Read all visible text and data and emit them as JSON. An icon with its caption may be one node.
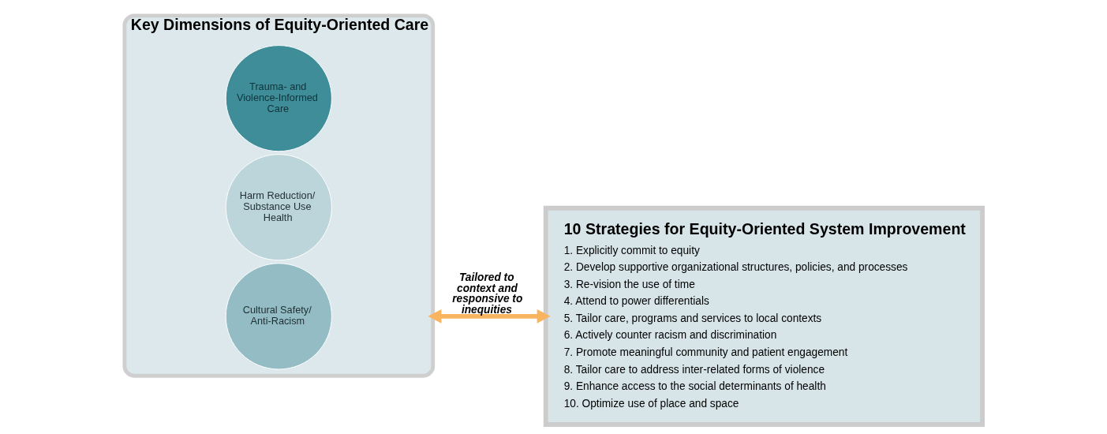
{
  "diagram": {
    "nodes": [
      {
        "text": [
          "Key Dimensions of Equity-Oriented Care"
        ]
      },
      {
        "text": [
          "Trauma- and Violence-Informed Care"
        ],
        "in": 0
      },
      {
        "text": [
          "Harm Reduction/ Substance Use Health"
        ],
        "in": 0
      },
      {
        "text": [
          "Cultural Safety/ Anti-Racism"
        ],
        "in": 0
      },
      {
        "text": [
          "10 Strategies for Equity-Oriented System Improvement",
          "1. Explicitly commit to equity",
          "2. Develop supportive organizational structures, policies, and processes",
          "3. Re-vision the use of time",
          "4. Attend to power differentials",
          "5. Tailor care, programs and services to local contexts",
          "6. Actively counter racism and discrimination",
          "7. Promote meaningful community and patient engagement",
          "8. Tailor care to address inter-related forms of violence",
          "9. Enhance access to the social determinants of health",
          "10. Optimize use of place and space"
        ]
      }
    ],
    "edges": [
      {
        "from": 3,
        "to": 4,
        "arrow": "both",
        "label": "Tailored to context and responsive to inequities",
        "color": "#f9b45f"
      }
    ]
  }
}
